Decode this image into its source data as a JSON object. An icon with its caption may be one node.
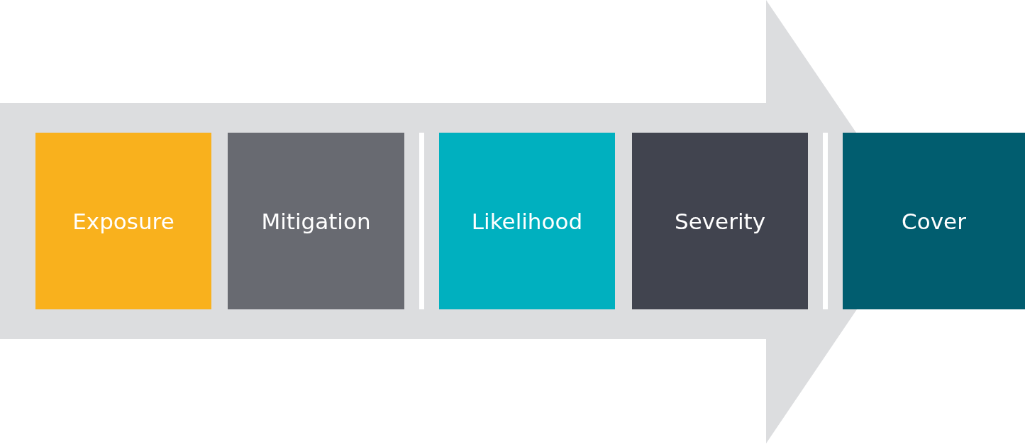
{
  "diagram": {
    "nodes": [
      {
        "text": [],
        "shape": "arrow"
      },
      {
        "text": [
          "Exposure"
        ],
        "in": 0
      },
      {
        "text": [
          "Mitigation"
        ],
        "in": 0
      },
      {
        "text": [
          "Likelihood"
        ],
        "in": 0
      },
      {
        "text": [
          "Severity"
        ],
        "in": 0
      },
      {
        "text": [
          "Cover"
        ]
      }
    ]
  }
}
